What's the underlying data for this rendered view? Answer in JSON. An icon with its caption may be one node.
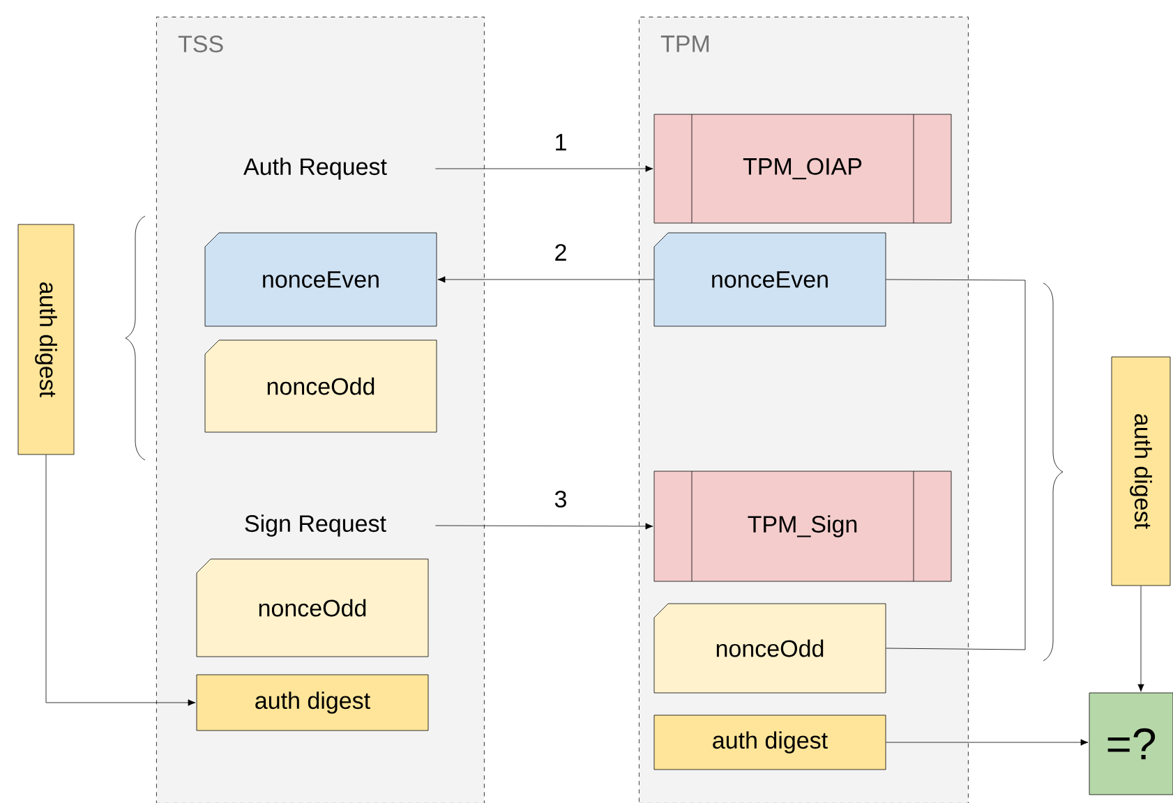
{
  "diagram": {
    "nodes": [
      {
        "text": [
          "TSS"
        ]
      },
      {
        "text": [
          "TPM"
        ]
      },
      {
        "text": [
          "Auth Request"
        ],
        "in": 0
      },
      {
        "text": [
          "nonceEven"
        ],
        "in": 0
      },
      {
        "text": [
          "nonceOdd"
        ],
        "in": 0
      },
      {
        "text": [
          "Sign Request"
        ],
        "in": 0
      },
      {
        "text": [
          "nonceOdd"
        ],
        "in": 0
      },
      {
        "text": [
          "auth digest"
        ],
        "in": 0
      },
      {
        "text": [
          "TPM_OIAP"
        ],
        "in": 1
      },
      {
        "text": [
          "nonceEven"
        ],
        "in": 1
      },
      {
        "text": [
          "TPM_Sign"
        ],
        "in": 1
      },
      {
        "text": [
          "nonceOdd"
        ],
        "in": 1
      },
      {
        "text": [
          "auth digest"
        ],
        "in": 1
      },
      {
        "text": [
          "auth digest"
        ]
      },
      {
        "text": [
          "auth digest"
        ]
      },
      {
        "text": [
          "=?"
        ]
      }
    ],
    "edges": [
      {
        "from": 2,
        "to": 8,
        "arrow": "to",
        "label": "1"
      },
      {
        "from": 9,
        "to": 3,
        "arrow": "to",
        "label": "2"
      },
      {
        "from": 5,
        "to": 10,
        "arrow": "to",
        "label": "3"
      },
      {
        "from": 13,
        "to": 7,
        "arrow": "to"
      },
      {
        "from": 9,
        "to": 11,
        "arrow": "none"
      },
      {
        "from": 14,
        "to": 15,
        "arrow": "to"
      },
      {
        "from": 12,
        "to": 15,
        "arrow": "to"
      }
    ]
  }
}
